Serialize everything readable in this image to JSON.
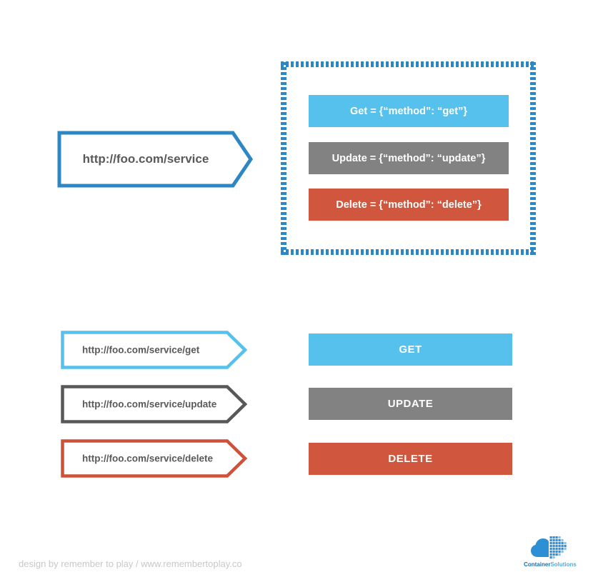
{
  "top_section": {
    "service_arrow": {
      "url": "http://foo.com/service"
    },
    "rules_box": {
      "rules": [
        {
          "name": "get",
          "label": "Get = {“method”: “get”}"
        },
        {
          "name": "update",
          "label": "Update = {“method”: “update”}"
        },
        {
          "name": "delete",
          "label": "Delete = {“method”: “delete”}"
        }
      ]
    }
  },
  "bottom_section": {
    "routes": [
      {
        "url": "http://foo.com/service/get",
        "method": "GET"
      },
      {
        "url": "http://foo.com/service/update",
        "method": "UPDATE"
      },
      {
        "url": "http://foo.com/service/delete",
        "method": "DELETE"
      }
    ]
  },
  "footer": {
    "credit": "design by remember to play / www.remembertoplay.co",
    "logo": {
      "word1": "Container",
      "word2": "Solutions"
    }
  },
  "colors": {
    "primary_blue": "#2E87C5",
    "light_blue": "#55C1EC",
    "gray": "#828282",
    "dark_gray_outline": "#56585A",
    "red": "#D0573E",
    "red_outline": "#CF5138",
    "url_text": "#58595B",
    "bar_text": "#FFFFFF",
    "credit_text": "#C8C8C8"
  }
}
